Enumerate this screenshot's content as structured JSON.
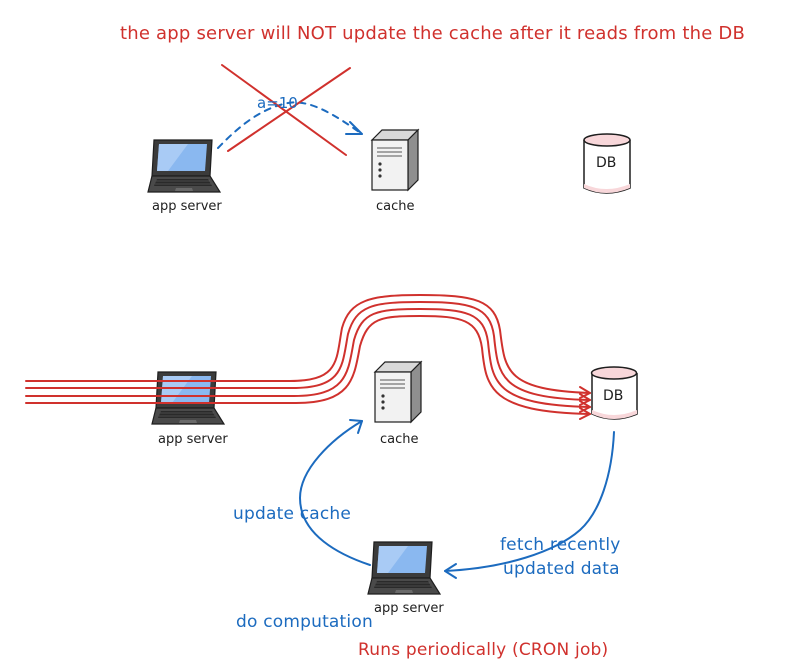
{
  "diagram": {
    "top": {
      "note": "the app server will NOT update the cache after it reads from the DB",
      "arrow_label": "a=10",
      "app_server_label": "app server",
      "cache_label": "cache",
      "db_label": "DB"
    },
    "bottom": {
      "app_server_label": "app server",
      "cache_label": "cache",
      "db_label": "DB",
      "cron_app_server_label": "app server",
      "update_cache_note": "update cache",
      "fetch_note_line1": "fetch recently",
      "fetch_note_line2": "updated data",
      "computation_note": "do computation",
      "cron_note": "Runs periodically (CRON job)"
    },
    "colors": {
      "red": "#d0312d",
      "blue": "#1c6bbf",
      "db_fill": "#f8d7da",
      "screen": "#8ab8f0"
    }
  }
}
